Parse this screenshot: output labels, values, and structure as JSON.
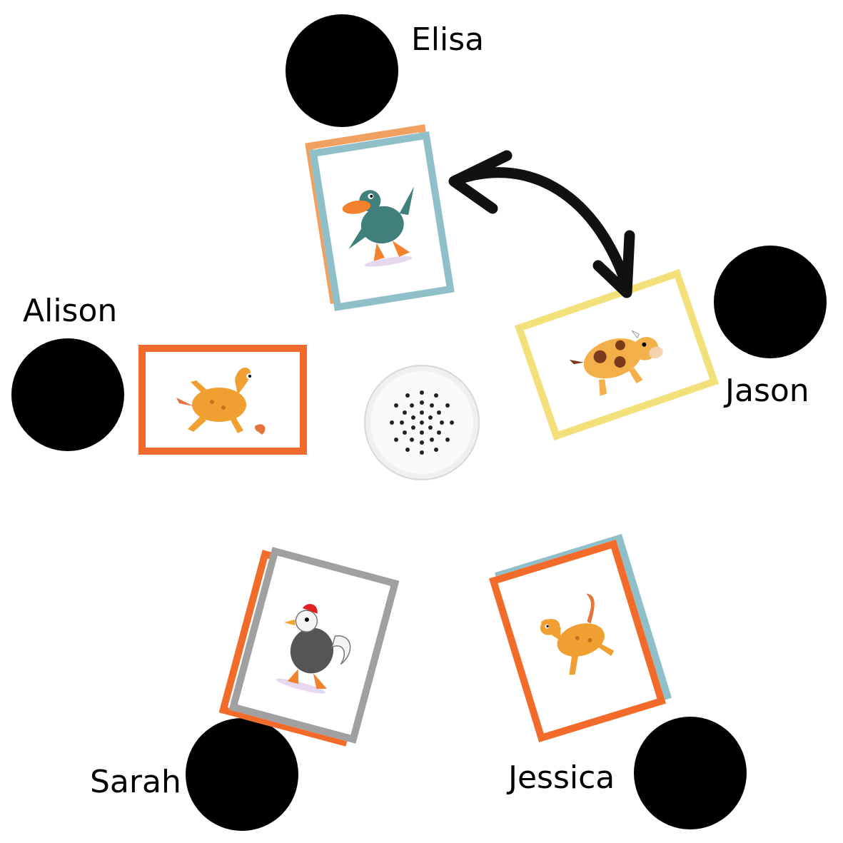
{
  "players": [
    {
      "id": "elisa",
      "name": "Elisa"
    },
    {
      "id": "alison",
      "name": "Alison"
    },
    {
      "id": "jason",
      "name": "Jason"
    },
    {
      "id": "sarah",
      "name": "Sarah"
    },
    {
      "id": "jessica",
      "name": "Jessica"
    }
  ],
  "cards": [
    {
      "id": "duck",
      "animal": "duck-icon",
      "frame_color": "#8fbfc8",
      "stack_color": "#f0a060"
    },
    {
      "id": "horse-left",
      "animal": "horse-icon",
      "frame_color": "#f26b2b"
    },
    {
      "id": "cow",
      "animal": "cow-icon",
      "frame_color": "#f4e07a"
    },
    {
      "id": "rooster",
      "animal": "rooster-icon",
      "frame_color": "#a0a0a0",
      "stack_color": "#f26b2b"
    },
    {
      "id": "horse-right",
      "animal": "horse-icon",
      "frame_color": "#f26b2b",
      "stack_color": "#8fbfc8"
    }
  ],
  "center": {
    "device": "speaker-icon"
  },
  "swap_arrow": {
    "from": "Elisa",
    "to": "Jason"
  }
}
